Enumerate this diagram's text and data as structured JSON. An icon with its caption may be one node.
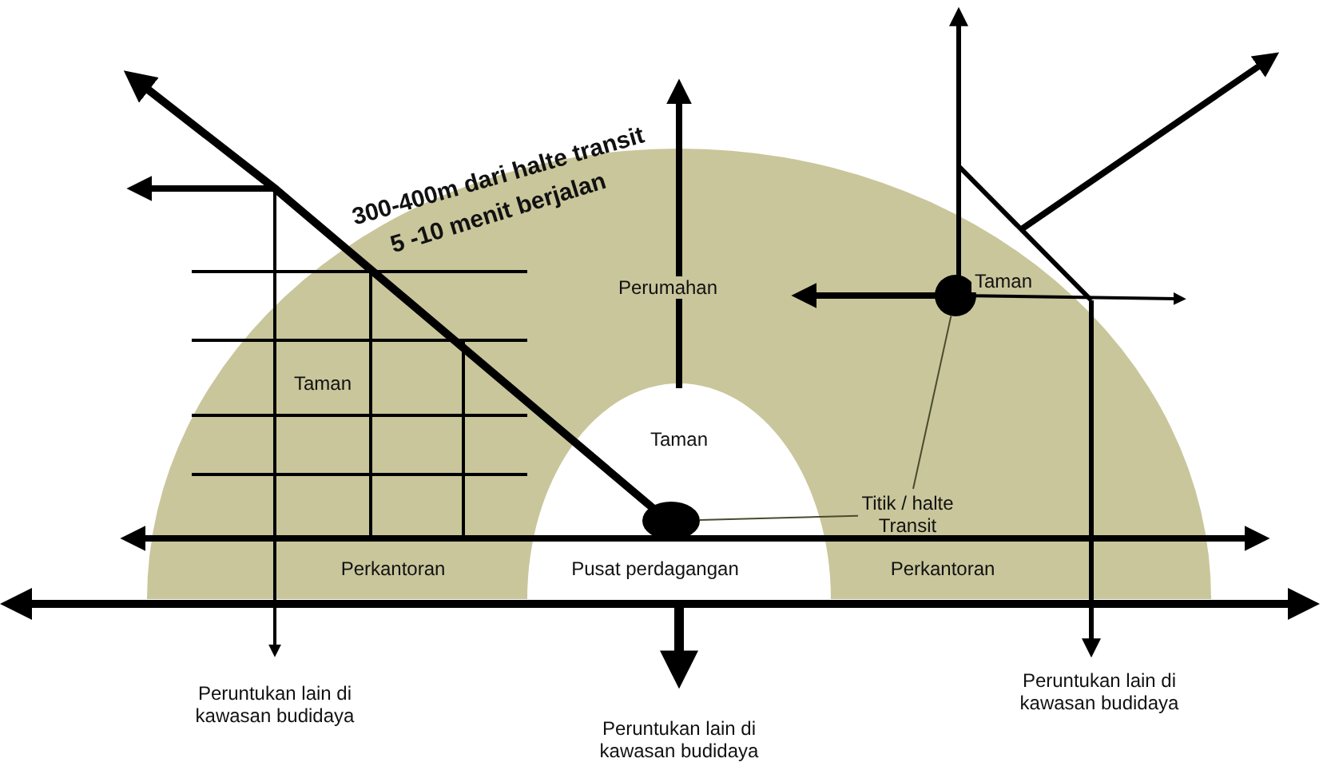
{
  "diagram": {
    "nodes": [
      {
        "text": [
          "Titik / halte Transit"
        ]
      },
      {
        "text": [],
        "shape": "circle"
      },
      {
        "text": [],
        "shape": "circle"
      }
    ],
    "edges": [
      {
        "from": 0,
        "to": 1,
        "arrow": "none"
      },
      {
        "from": 0,
        "to": 2,
        "arrow": "none"
      }
    ],
    "labels": [
      "300-400m dari halte transit",
      "5 -10 menit berjalan",
      "Perumahan",
      "Taman",
      "Taman",
      "Taman",
      "Perkantoran",
      "Pusat perdagangan",
      "Perkantoran",
      "Peruntukan lain di kawasan budidaya",
      "Peruntukan lain di kawasan budidaya",
      "Peruntukan lain di kawasan budidaya"
    ]
  }
}
